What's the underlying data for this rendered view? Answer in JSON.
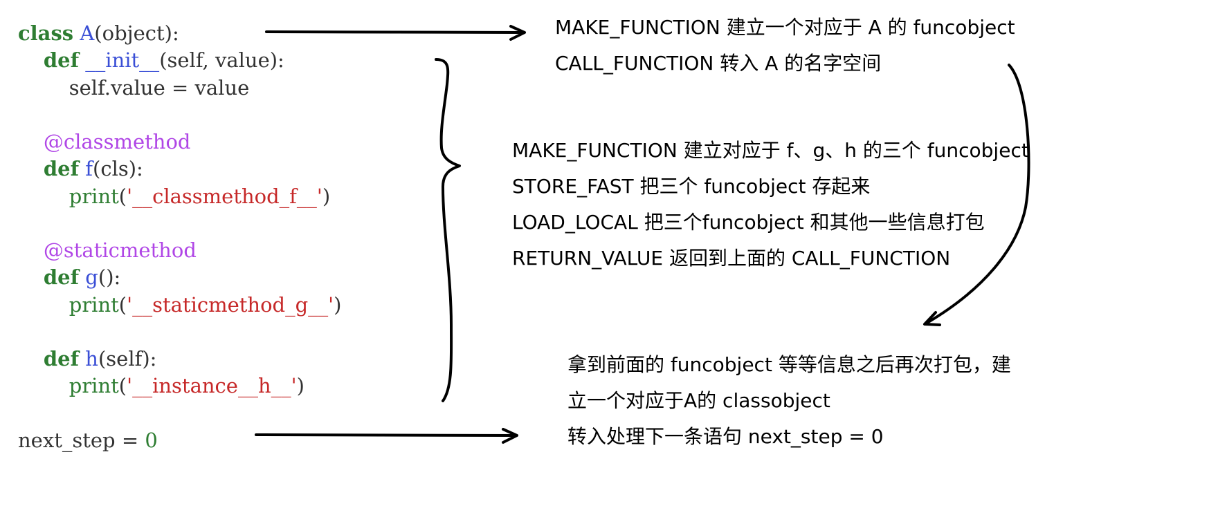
{
  "code": [
    [
      {
        "t": "kw",
        "v": "class"
      },
      {
        "t": "plain",
        "v": " "
      },
      {
        "t": "id",
        "v": "A"
      },
      {
        "t": "plain",
        "v": "(object):"
      }
    ],
    [
      {
        "t": "plain",
        "v": "    "
      },
      {
        "t": "kw",
        "v": "def"
      },
      {
        "t": "plain",
        "v": " "
      },
      {
        "t": "id",
        "v": "__init__"
      },
      {
        "t": "plain",
        "v": "(self, value):"
      }
    ],
    [
      {
        "t": "plain",
        "v": "        self.value = value"
      }
    ],
    [],
    [
      {
        "t": "plain",
        "v": "    "
      },
      {
        "t": "dec",
        "v": "@classmethod"
      }
    ],
    [
      {
        "t": "plain",
        "v": "    "
      },
      {
        "t": "kw",
        "v": "def"
      },
      {
        "t": "plain",
        "v": " "
      },
      {
        "t": "id",
        "v": "f"
      },
      {
        "t": "plain",
        "v": "(cls):"
      }
    ],
    [
      {
        "t": "plain",
        "v": "        "
      },
      {
        "t": "bi",
        "v": "print"
      },
      {
        "t": "plain",
        "v": "("
      },
      {
        "t": "str",
        "v": "'__classmethod_f__'"
      },
      {
        "t": "plain",
        "v": ")"
      }
    ],
    [],
    [
      {
        "t": "plain",
        "v": "    "
      },
      {
        "t": "dec",
        "v": "@staticmethod"
      }
    ],
    [
      {
        "t": "plain",
        "v": "    "
      },
      {
        "t": "kw",
        "v": "def"
      },
      {
        "t": "plain",
        "v": " "
      },
      {
        "t": "id",
        "v": "g"
      },
      {
        "t": "plain",
        "v": "():"
      }
    ],
    [
      {
        "t": "plain",
        "v": "        "
      },
      {
        "t": "bi",
        "v": "print"
      },
      {
        "t": "plain",
        "v": "("
      },
      {
        "t": "str",
        "v": "'__staticmethod_g__'"
      },
      {
        "t": "plain",
        "v": ")"
      }
    ],
    [],
    [
      {
        "t": "plain",
        "v": "    "
      },
      {
        "t": "kw",
        "v": "def"
      },
      {
        "t": "plain",
        "v": " "
      },
      {
        "t": "id",
        "v": "h"
      },
      {
        "t": "plain",
        "v": "(self):"
      }
    ],
    [
      {
        "t": "plain",
        "v": "        "
      },
      {
        "t": "bi",
        "v": "print"
      },
      {
        "t": "plain",
        "v": "("
      },
      {
        "t": "str",
        "v": "'__instance__h__'"
      },
      {
        "t": "plain",
        "v": ")"
      }
    ],
    [],
    [
      {
        "t": "plain",
        "v": "next_step = "
      },
      {
        "t": "num",
        "v": "0"
      }
    ]
  ],
  "notes": {
    "make_class_function": [
      "MAKE_FUNCTION 建立一个对应于 A 的 funcobject",
      "CALL_FUNCTION 转入 A 的名字空间"
    ],
    "class_body": [
      "MAKE_FUNCTION 建立对应于 f、g、h 的三个 funcobject",
      "STORE_FAST 把三个 funcobject 存起来",
      "LOAD_LOCAL 把三个funcobject 和其他一些信息打包",
      "RETURN_VALUE 返回到上面的 CALL_FUNCTION"
    ],
    "build_class": [
      "拿到前面的 funcobject 等等信息之后再次打包，建",
      "立一个对应于A的 classobject",
      "转入处理下一条语句 next_step = 0"
    ]
  },
  "colors": {
    "keyword": "#2e7d32",
    "identifier": "#3a4fd6",
    "decorator": "#b046e6",
    "builtin": "#2e7d32",
    "string": "#c62828",
    "plain": "#333333",
    "arrow": "#000000"
  }
}
